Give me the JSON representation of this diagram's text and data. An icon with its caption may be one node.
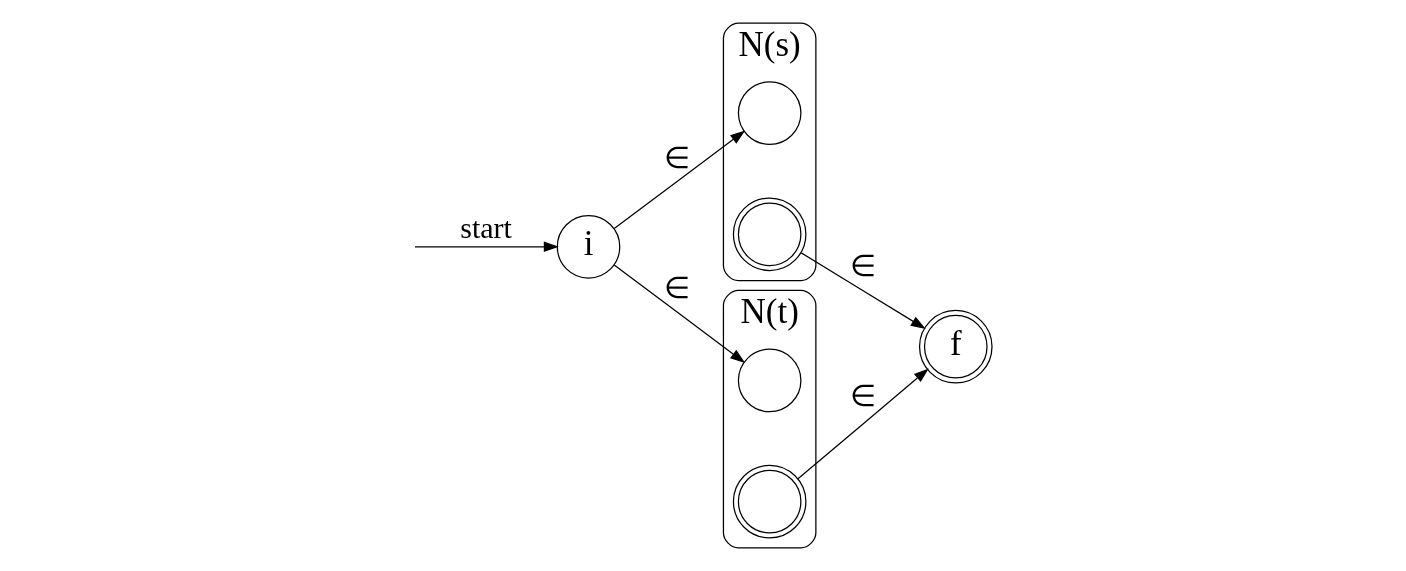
{
  "diagram": {
    "nodes": [
      {
        "text": [
          "i"
        ]
      },
      {
        "text": [
          "N(s)"
        ]
      },
      {
        "text": [],
        "shape": "circle",
        "in": 1
      },
      {
        "text": [],
        "shape": "doublecircle",
        "in": 1
      },
      {
        "text": [
          "N(t)"
        ]
      },
      {
        "text": [],
        "shape": "circle",
        "in": 4
      },
      {
        "text": [],
        "shape": "doublecircle",
        "in": 4
      },
      {
        "text": [
          "f"
        ]
      }
    ],
    "edges": [
      {
        "from": null,
        "to": 0,
        "arrow": "to",
        "label": "start"
      },
      {
        "from": 0,
        "to": 2,
        "arrow": "to",
        "label": "∈"
      },
      {
        "from": 0,
        "to": 5,
        "arrow": "to",
        "label": "∈"
      },
      {
        "from": 3,
        "to": 7,
        "arrow": "to",
        "label": "∈"
      },
      {
        "from": 6,
        "to": 7,
        "arrow": "to",
        "label": "∈"
      }
    ]
  }
}
